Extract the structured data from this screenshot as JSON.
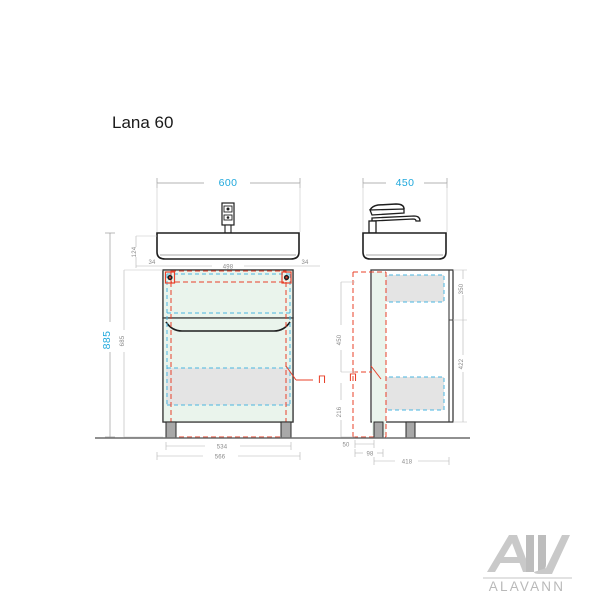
{
  "sheet": {
    "title": "Lana 60",
    "background": "#ffffff",
    "accent_blue": "#1fa8dc",
    "accent_red": "#e8402a",
    "dashed_cyan": "#4ab6e0",
    "cabinet_fill": "#eaf4ec",
    "drawer_fill": "#e4e4e4",
    "line_dark": "#3a3a3a",
    "dim_grey": "#8a8a8a"
  },
  "views": {
    "front": {
      "name": "front-elevation",
      "width_label": "600",
      "height_label": "885",
      "inner_height_label": "685",
      "basin_height_label": "124",
      "inset_left_label": "34",
      "inset_right_label": "34",
      "drawer_width_label": "498",
      "body_width_label": "534",
      "outer_width_label": "566",
      "pi_mark": "П"
    },
    "side": {
      "name": "side-elevation",
      "depth_label": "450",
      "cabinet_height_label": "450",
      "plinth_height_label": "216",
      "upper_drawer_label": "350",
      "lower_drawer_label": "422",
      "toe_depth_label": "50",
      "leg_offset_label": "98",
      "base_depth_label": "418",
      "pi_mark": "П"
    }
  },
  "logo": {
    "monogram": "AW",
    "wordmark": "ALAVANN"
  }
}
